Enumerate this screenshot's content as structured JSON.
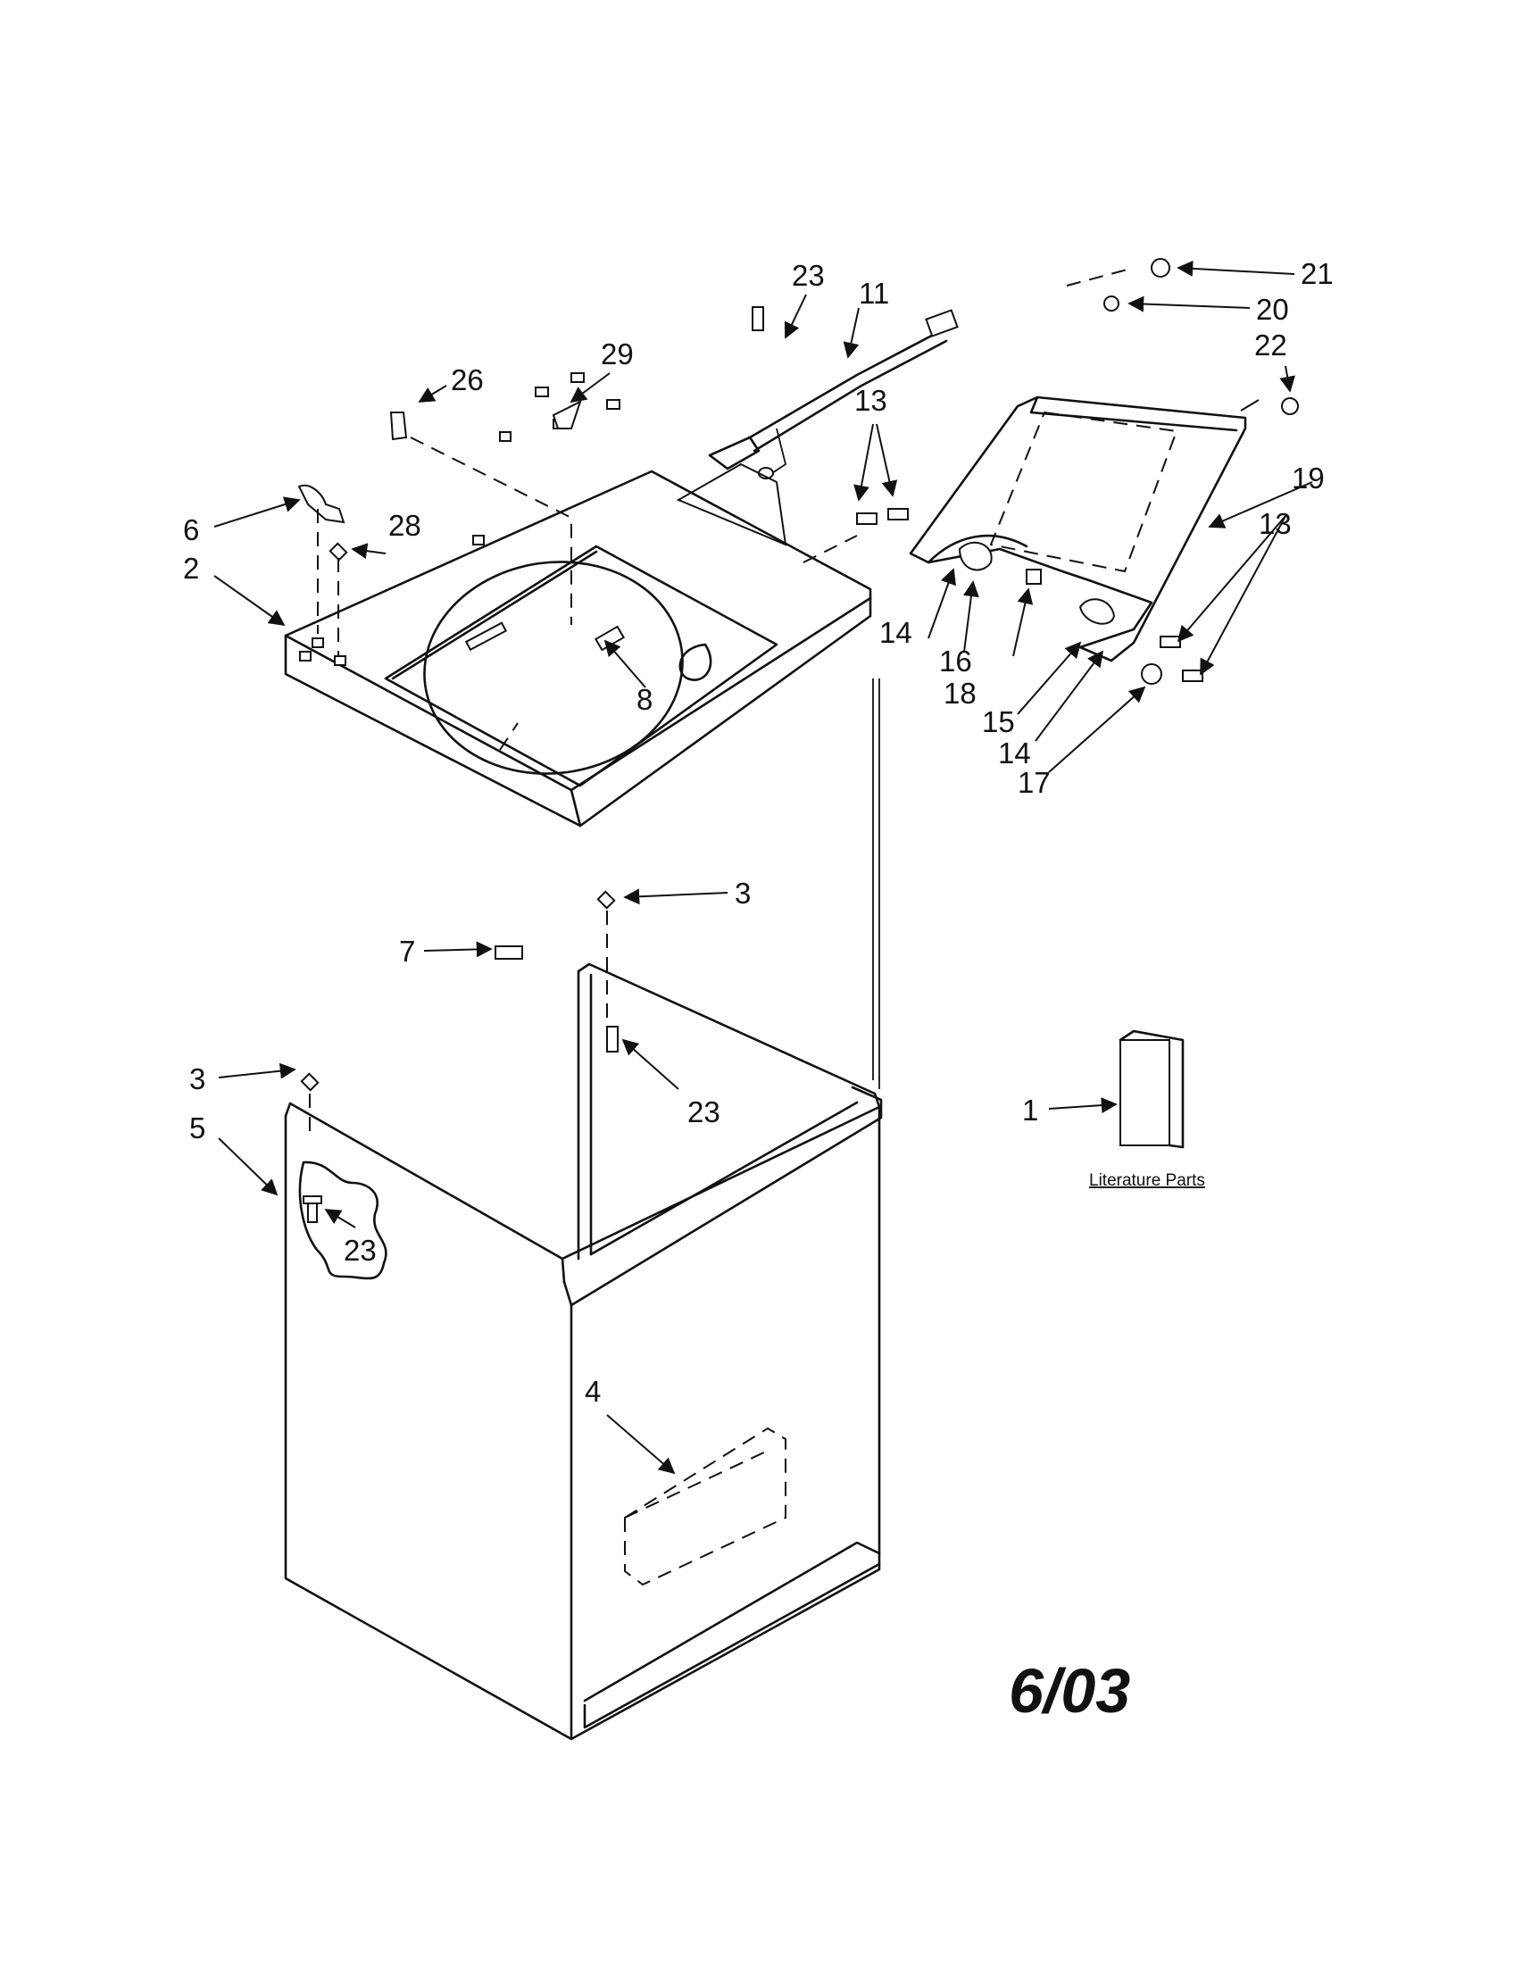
{
  "diagram": {
    "callouts": {
      "c1": "1",
      "c2": "2",
      "c3a": "3",
      "c3b": "3",
      "c4": "4",
      "c5": "5",
      "c6": "6",
      "c7": "7",
      "c8": "8",
      "c11": "11",
      "c13a": "13",
      "c13b": "13",
      "c14a": "14",
      "c14b": "14",
      "c15": "15",
      "c16": "16",
      "c17": "17",
      "c18": "18",
      "c19": "19",
      "c20": "20",
      "c21": "21",
      "c22": "22",
      "c23a": "23",
      "c23b": "23",
      "c23c": "23",
      "c26": "26",
      "c28": "28",
      "c29": "29"
    },
    "literature_label": "Literature Parts",
    "date_mark": "6/03"
  }
}
